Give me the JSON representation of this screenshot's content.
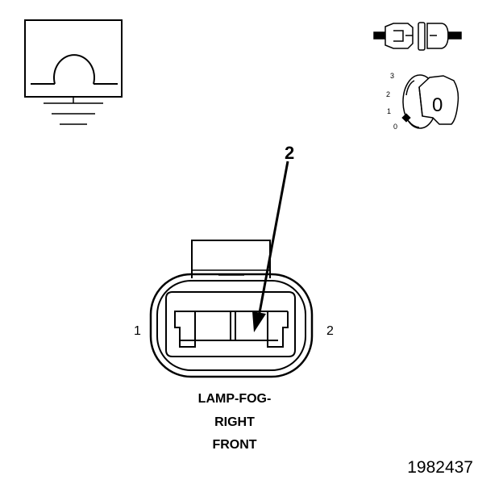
{
  "callout": {
    "number": "2"
  },
  "connector": {
    "pin_labels": [
      "1",
      "2"
    ],
    "name_lines": [
      "LAMP-FOG-",
      "RIGHT",
      "FRONT"
    ]
  },
  "ignition_key": {
    "positions": [
      "3",
      "2",
      "1",
      "0"
    ],
    "cylinder_letter": "0"
  },
  "figure_number": "1982437",
  "symbols": [
    "ohmmeter-icon",
    "ground-icon",
    "connector-disconnect-icon",
    "ignition-key-icon"
  ]
}
